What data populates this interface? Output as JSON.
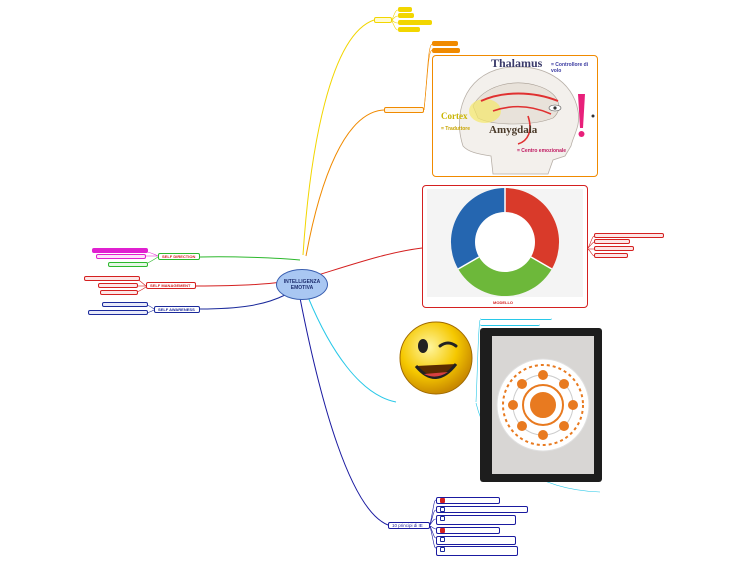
{
  "central": {
    "title": "INTELLIGENZA EMOTIVA"
  },
  "left": {
    "self_direction": {
      "label": "SELF DIRECTION",
      "items": [
        "",
        "",
        ""
      ]
    },
    "self_management": {
      "label": "SELF MANAGEMENT",
      "items": [
        "",
        "",
        ""
      ]
    },
    "self_awareness": {
      "label": "SELF AWARENESS",
      "items": [
        "",
        ""
      ]
    }
  },
  "right": {
    "top_yellow": {
      "label": "",
      "items": [
        "",
        "",
        "",
        ""
      ]
    },
    "orange": {
      "label": "",
      "items": [
        "",
        ""
      ],
      "caption": ""
    },
    "brain": {
      "thalamus": "Thalamus",
      "controller": "= Controllore di  volo",
      "cortex": "Cortex",
      "translator": "= Traduttore",
      "amygdala": "Amygdala",
      "center": "= Centro emozionale"
    },
    "model": {
      "label": "MODELLO",
      "items": [
        "",
        "",
        "",
        ""
      ]
    },
    "smiley": {
      "caption": ""
    },
    "doily": {
      "top_captions": [
        "",
        ""
      ],
      "bottom_caption": ""
    },
    "principles": {
      "label": "10 principi di IE",
      "items": [
        "",
        "",
        "",
        "",
        "",
        "",
        ""
      ]
    }
  },
  "colors": {
    "central_fill": "#a9c7f2",
    "green": "#2db82d",
    "red": "#d42020",
    "navy": "#1b2a9b",
    "yellow": "#f2d600",
    "orange": "#f08a00",
    "cyan": "#28c8e8",
    "blue": "#1a1aa0",
    "magenta": "#e020d0"
  }
}
